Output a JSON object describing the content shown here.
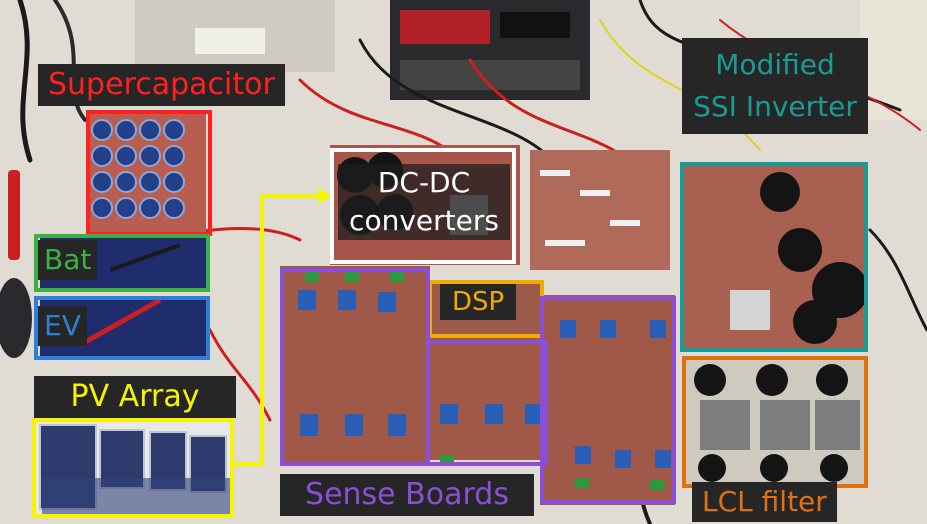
{
  "labels": {
    "supercapacitor": "Supercapacitor",
    "bat": "Bat",
    "ev": "EV",
    "pv_array": "PV Array",
    "dc_dc_line1": "DC-DC",
    "dc_dc_line2": "converters",
    "dsp": "DSP",
    "sense_boards": "Sense Boards",
    "inverter_line1": "Modified",
    "inverter_line2": "SSI Inverter",
    "lcl_filter": "LCL filter"
  },
  "colors": {
    "supercapacitor": "#ff2020",
    "bat": "#3cb043",
    "ev": "#2f7fd8",
    "pv_array": "#f5f500",
    "dc_dc": "#ffffff",
    "dsp": "#f2a900",
    "sense_boards": "#8a4fd6",
    "inverter": "#1a9a94",
    "lcl_filter": "#e07010"
  }
}
